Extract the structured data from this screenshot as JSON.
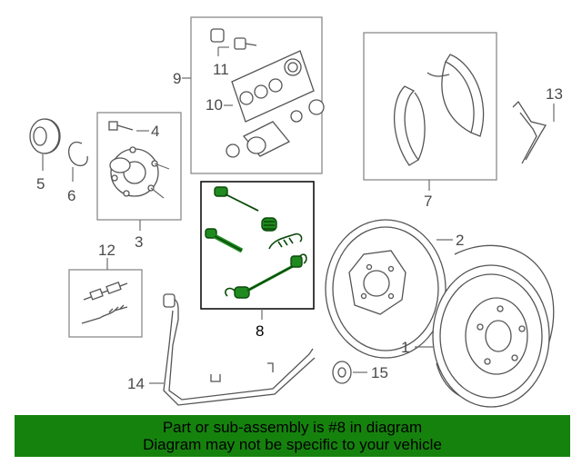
{
  "diagram": {
    "callouts": [
      "1",
      "2",
      "3",
      "4",
      "5",
      "6",
      "7",
      "8",
      "9",
      "10",
      "11",
      "12",
      "13",
      "14",
      "15"
    ],
    "highlight_color": "#1f8a1f"
  },
  "banner": {
    "line1": "Part or sub-assembly is #8 in diagram",
    "line2": "Diagram may not be specific to your vehicle",
    "color": "#16820e"
  }
}
